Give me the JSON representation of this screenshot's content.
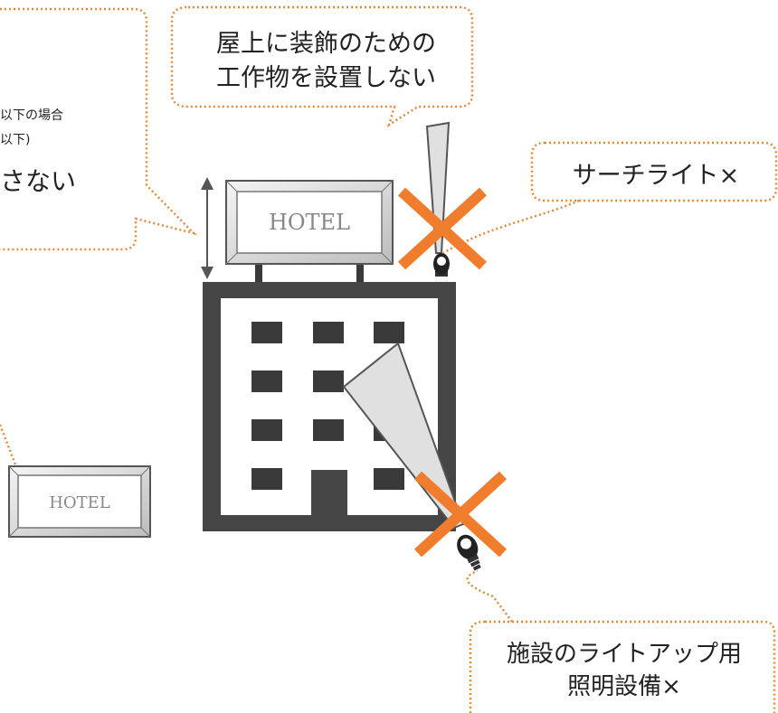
{
  "callouts": {
    "roof_ornament": [
      "屋上に装飾のための",
      "工作物を設置しない"
    ],
    "searchlight": "サーチライト×",
    "lightup": [
      "施設のライトアップ用",
      "照明設備×"
    ],
    "height_partial": [
      "以下の場合",
      "以下)",
      "さない"
    ]
  },
  "signs": {
    "rooftop_label": "HOTEL",
    "side_label": "HOTEL"
  },
  "colors": {
    "callout_border": "#e08a3c",
    "cross": "#f07d2e",
    "building": "#454545",
    "window": "#3a3a3a",
    "beam": "#e0e0e0"
  }
}
